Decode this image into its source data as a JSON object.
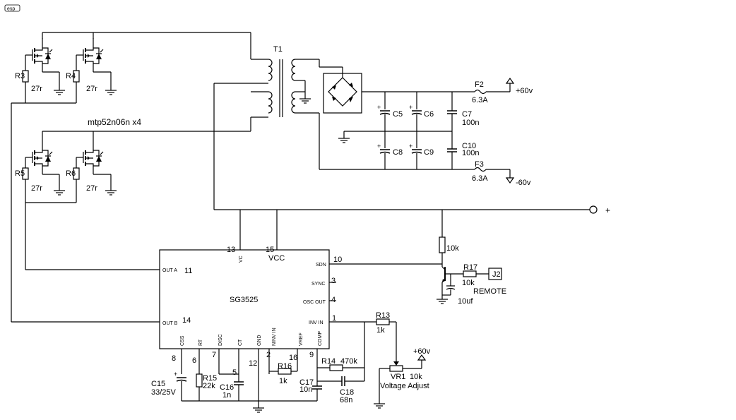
{
  "logo": "esp",
  "transformer": "T1",
  "mosfet_note": "mtp52n06n x4",
  "gate_resistors": [
    {
      "ref": "R3",
      "value": "27r"
    },
    {
      "ref": "R4",
      "value": "27r"
    },
    {
      "ref": "R5",
      "value": "27r"
    },
    {
      "ref": "R6",
      "value": "27r"
    }
  ],
  "caps": {
    "c5": "C5",
    "c6": "C6",
    "c8": "C8",
    "c9": "C9",
    "c7": "C7",
    "c7_value": "100n",
    "c10": "C10",
    "c10_value": "100n"
  },
  "fuses": {
    "f2": "F2",
    "f2_value": "6.3A",
    "f3": "F3",
    "f3_value": "6.3A"
  },
  "outputs": {
    "pos": "+60v",
    "neg": "-60v"
  },
  "plus_terminal": "+",
  "chip": {
    "name": "SG3525",
    "pins_inside": {
      "vc": "VC",
      "vcc": "VCC",
      "sdn": "SDN",
      "out_a": "OUT A",
      "sync": "SYNC",
      "osc_out": "OSC OUT",
      "out_b": "OUT B",
      "inv_in": "INV IN",
      "css": "CSS",
      "rt": "RT",
      "disc": "DISC",
      "ct": "CT",
      "gnd": "GND",
      "ninv_in": "NINV IN",
      "vref": "VREF",
      "comp": "COMP"
    },
    "pin_numbers": {
      "vc": "13",
      "vcc": "15",
      "sdn": "10",
      "out_a": "11",
      "sync": "3",
      "osc_out": "4",
      "out_b": "14",
      "inv_in": "1",
      "css": "8",
      "rt": "6",
      "disc": "7",
      "ct": "5",
      "gnd": "12",
      "ninv_in": "2",
      "vref": "16",
      "comp": "9"
    }
  },
  "remote": {
    "r_top": "10k",
    "r17": "R17",
    "r17_value": "10k",
    "connector": "J2",
    "label": "REMOTE",
    "cap_value": "10uf"
  },
  "feedback": {
    "r13": "R13",
    "r13_value": "1k",
    "r14": "R14",
    "r14_value": "470k",
    "r16": "R16",
    "r16_value": "1k",
    "c17": "C17",
    "c17_value": "10n",
    "c18": "C18",
    "c18_value": "68n",
    "vr1": "VR1",
    "vr1_value": "10k",
    "vr1_label": "Voltage Adjust",
    "vr_supply": "+60v"
  },
  "timing": {
    "c15": "C15",
    "c15_value": "33/25V",
    "r15": "R15",
    "r15_value": "22k",
    "c16": "C16",
    "c16_value": "1n"
  }
}
